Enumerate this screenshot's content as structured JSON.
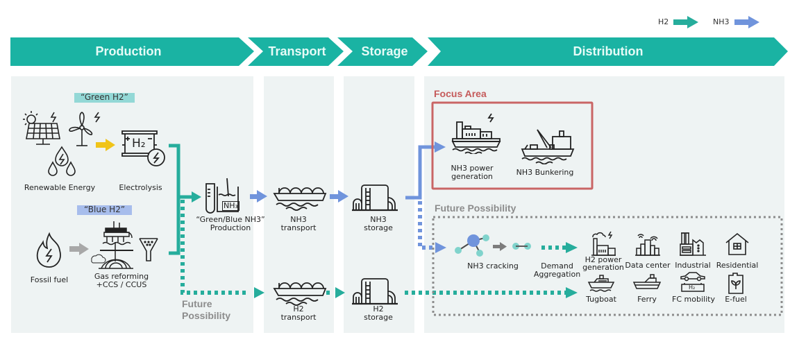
{
  "legend": {
    "items": [
      {
        "label": "H2",
        "color": "#26ad9c"
      },
      {
        "label": "NH3",
        "color": "#7094dc"
      }
    ]
  },
  "stages": [
    {
      "label": "Production"
    },
    {
      "label": "Transport"
    },
    {
      "label": "Storage"
    },
    {
      "label": "Distribution"
    }
  ],
  "colors": {
    "stage_bar": "#1ab3a3",
    "panel_bg": "#eef3f3",
    "h2_arrow": "#26ad9c",
    "nh3_arrow": "#7094dc",
    "green_tag": "#93d8d6",
    "blue_tag": "#a7bdec",
    "yellow_arrow": "#f0c419",
    "gray_arrow": "#a8a8a8",
    "focus_border": "#c96565",
    "focus_title": "#c55a5a",
    "future_gray": "#8c8c8c"
  },
  "production": {
    "green_tag": "“Green H2”",
    "blue_tag": "“Blue H2”",
    "renewable_label": "Renewable Energy",
    "electrolysis_label": "Electrolysis",
    "fossil_label": "Fossil fuel",
    "gas_reforming_label_1": "Gas reforming",
    "gas_reforming_label_2": "+CCS / CCUS",
    "nh3_prod_label_1": "“Green/Blue NH3”",
    "nh3_prod_label_2": "Production",
    "nh3_chem_text": "NH₃",
    "h2_chem_text": "H₂",
    "future_label_1": "Future",
    "future_label_2": "Possibility"
  },
  "transport": {
    "nh3_label_1": "NH3",
    "nh3_label_2": "transport",
    "h2_label_1": "H2",
    "h2_label_2": "transport"
  },
  "storage": {
    "nh3_label_1": "NH3",
    "nh3_label_2": "storage",
    "h2_label_1": "H2",
    "h2_label_2": "storage"
  },
  "distribution": {
    "focus_title": "Focus Area",
    "focus_items": [
      {
        "label_1": "NH3 power",
        "label_2": "generation"
      },
      {
        "label_1": "NH3 Bunkering",
        "label_2": ""
      }
    ],
    "future_title": "Future Possibility",
    "cracking_label": "NH3 cracking",
    "demand_label_1": "Demand",
    "demand_label_2": "Aggregation",
    "uses_row1": [
      {
        "label_1": "H2 power",
        "label_2": "generation",
        "icon": "power-plant-icon"
      },
      {
        "label_1": "Data center",
        "label_2": "",
        "icon": "data-center-icon"
      },
      {
        "label_1": "Industrial",
        "label_2": "",
        "icon": "factory-icon"
      },
      {
        "label_1": "Residential",
        "label_2": "",
        "icon": "house-icon"
      }
    ],
    "uses_row2": [
      {
        "label_1": "Tugboat",
        "icon": "tugboat-icon"
      },
      {
        "label_1": "Ferry",
        "icon": "ferry-icon"
      },
      {
        "label_1": "FC mobility",
        "icon": "fc-car-icon"
      },
      {
        "label_1": "E-fuel",
        "icon": "e-fuel-icon"
      }
    ],
    "fc_chem_text": "H₂"
  }
}
